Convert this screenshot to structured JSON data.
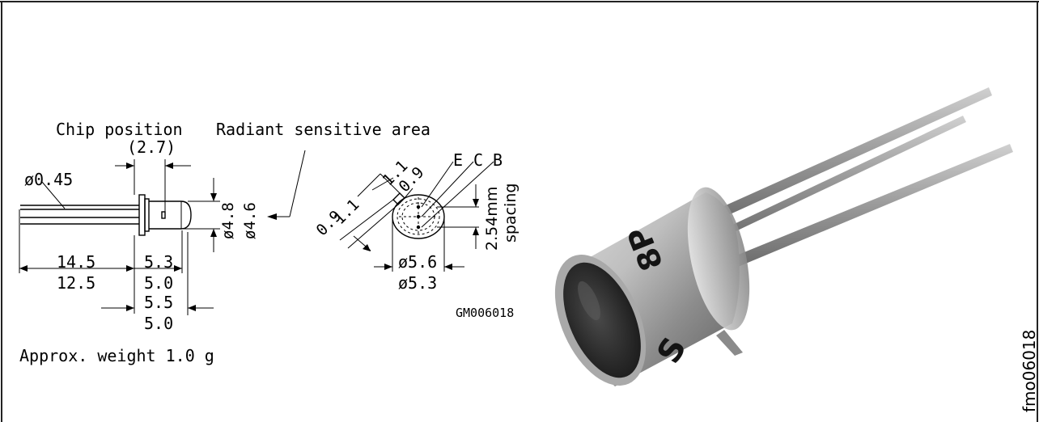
{
  "side_view": {
    "chip_position": "Chip position",
    "chip_dim": "(2.7)",
    "lead_dia": "ø0.45",
    "dia_outer": "ø4.8",
    "dia_inner": "ø4.6",
    "lead_len_max": "14.5",
    "lead_len_min": "12.5",
    "body_max": "5.3",
    "body_min": "5.0",
    "total_max": "5.5",
    "total_min": "5.0",
    "weight": "Approx. weight 1.0 g"
  },
  "sensitive_area": "Radiant sensitive area",
  "bottom_view": {
    "tab_a_max": "1.1",
    "tab_a_min": "0.9",
    "tab_b_max": "1.1",
    "tab_b_min": "0.9",
    "pin_e": "E",
    "pin_c": "C",
    "pin_b": "B",
    "spacing_value": "2.54mm",
    "spacing_word": "spacing",
    "dia_max": "ø5.6",
    "dia_min": "ø5.3",
    "code": "GM006018"
  },
  "photo": {
    "can_marking": "8P",
    "code": "fmo06018"
  }
}
